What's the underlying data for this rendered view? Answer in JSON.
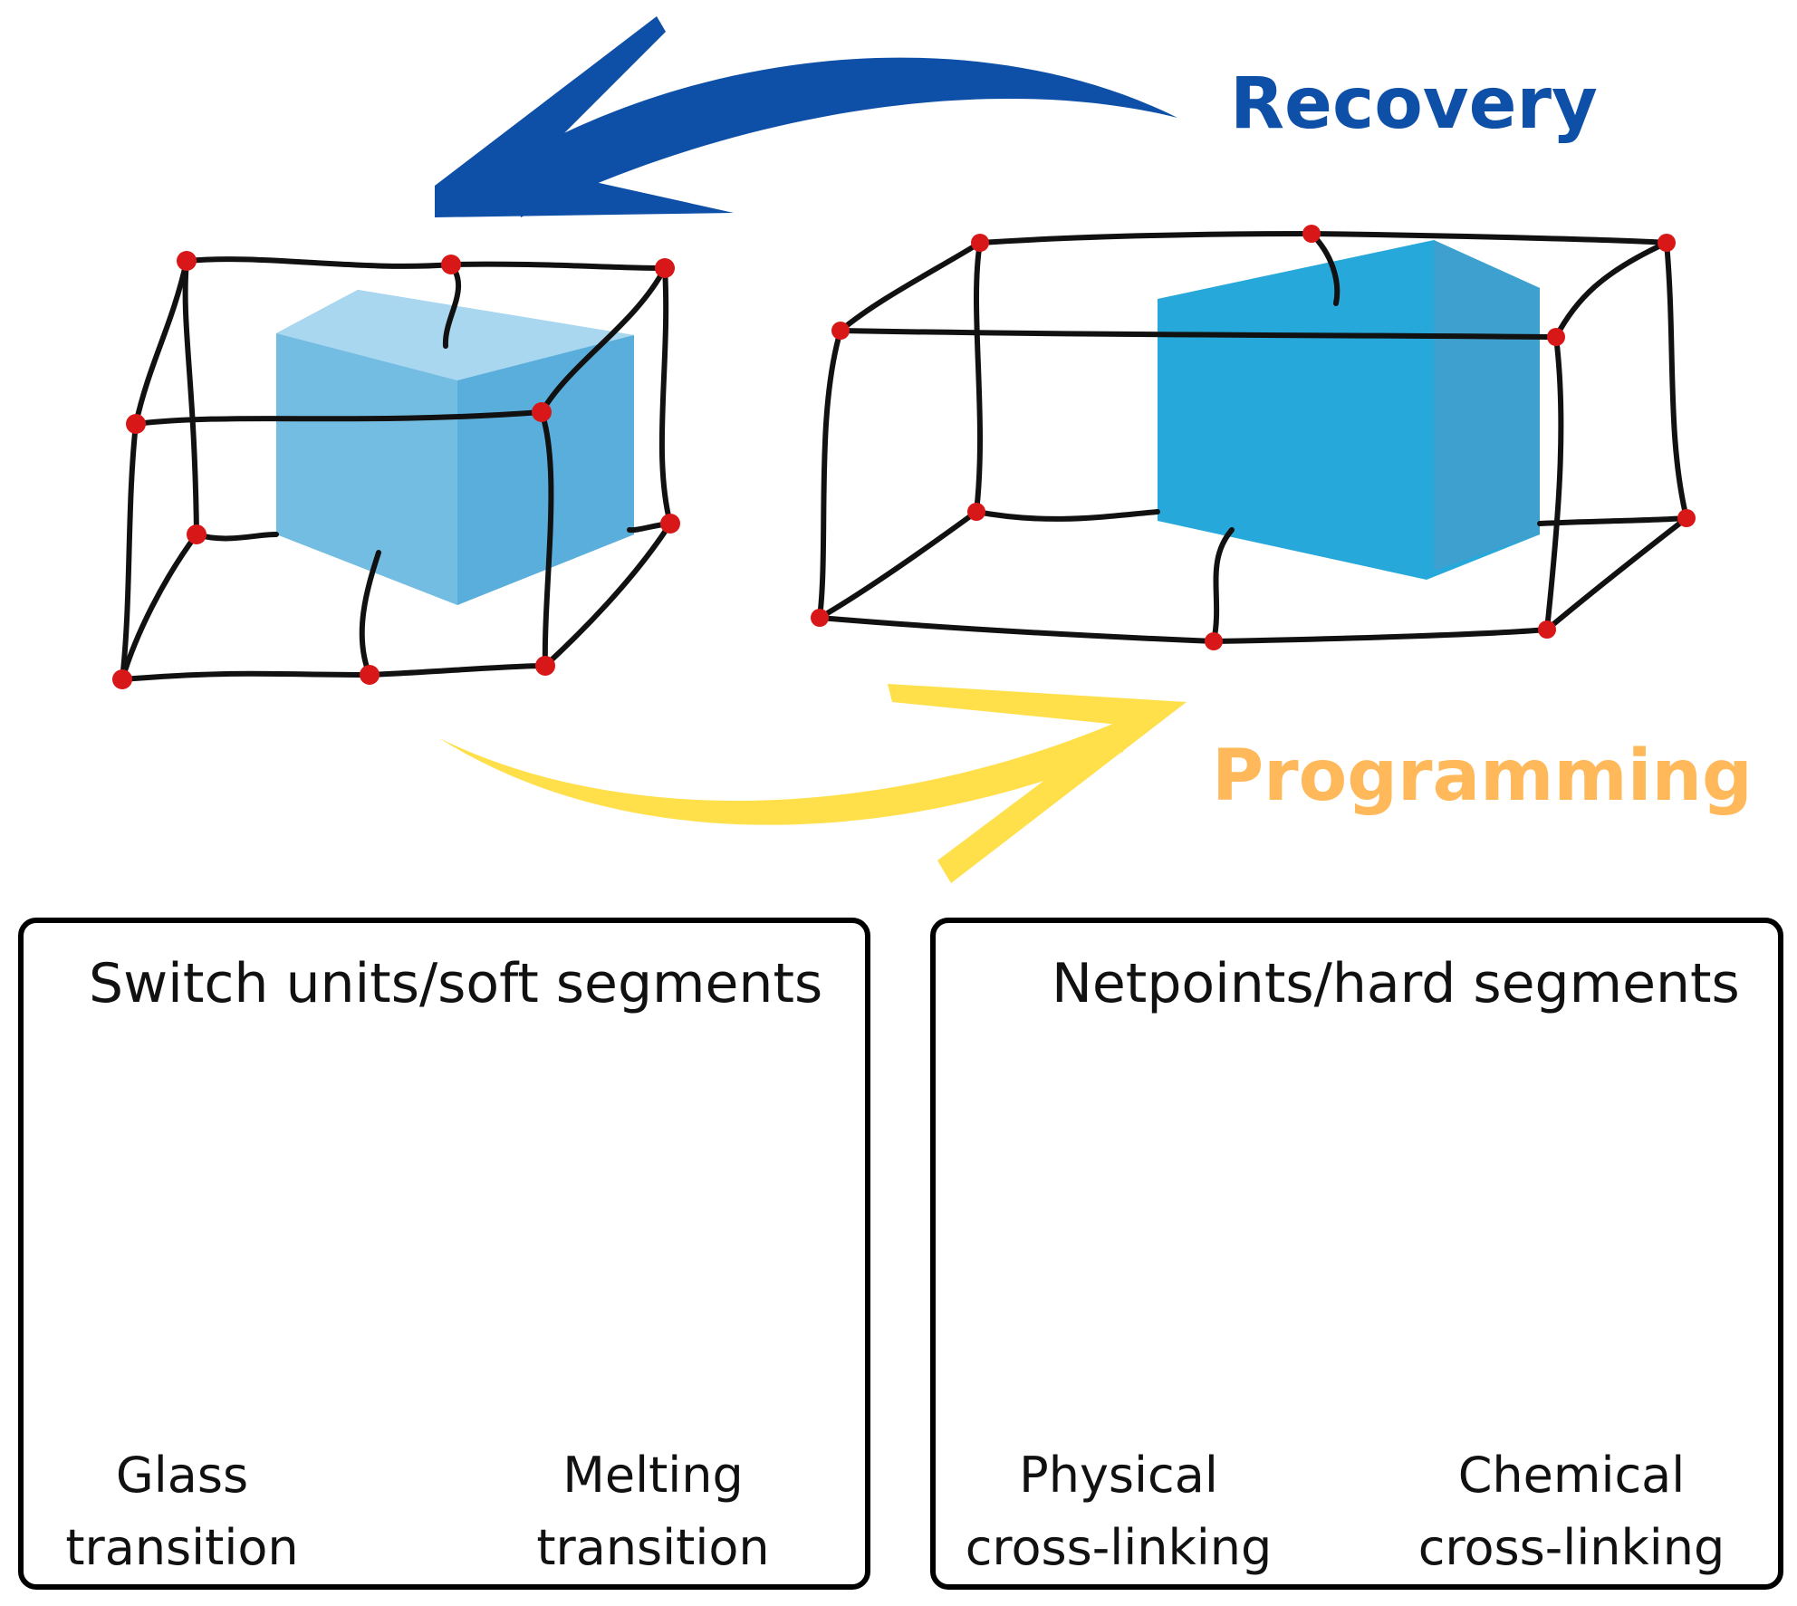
{
  "arrows": {
    "recovery": {
      "label": "Recovery",
      "color": "#0e4fa8"
    },
    "programming": {
      "label": "Programming",
      "color": "#ffb85a",
      "arrow_color": "#ffdf4a"
    }
  },
  "network_colors": {
    "strand": "#111111",
    "netpoint": "#d81818",
    "cube_light": "#74bde2",
    "cube_dark": "#27a8da"
  },
  "panels": {
    "soft": {
      "title": "Switch units/soft segments",
      "items": [
        {
          "line1": "Glass",
          "line2": "transition",
          "icon": "amorphous-chains-icon",
          "color": "#a553f0"
        },
        {
          "line1": "Melting",
          "line2": "transition",
          "icon": "crystalline-block-icon"
        }
      ]
    },
    "hard": {
      "title": "Netpoints/hard segments",
      "items": [
        {
          "line1": "Physical",
          "line2": "cross-linking",
          "icon": "physical-crosslink-icon",
          "color": "#82c3e8"
        },
        {
          "line1": "Chemical",
          "line2": "cross-linking",
          "icon": "chemical-crosslink-icon",
          "color": "#1566c0"
        }
      ]
    }
  }
}
